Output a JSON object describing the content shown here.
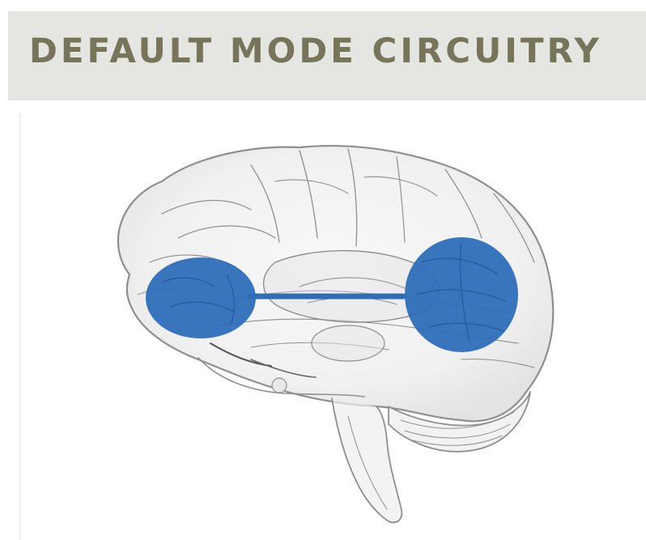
{
  "title": "DEFAULT MODE CIRCUITRY",
  "colors": {
    "header_background": "#e5e5e1",
    "title_text": "#767459",
    "region_fill": "#2e6eb8",
    "brain_outline": "#8f8f8f"
  },
  "icons": {
    "brain": "brain-outline",
    "region_front": "frontal-region-ellipse",
    "region_back": "posterior-region-ellipse",
    "connection": "connection-line"
  }
}
